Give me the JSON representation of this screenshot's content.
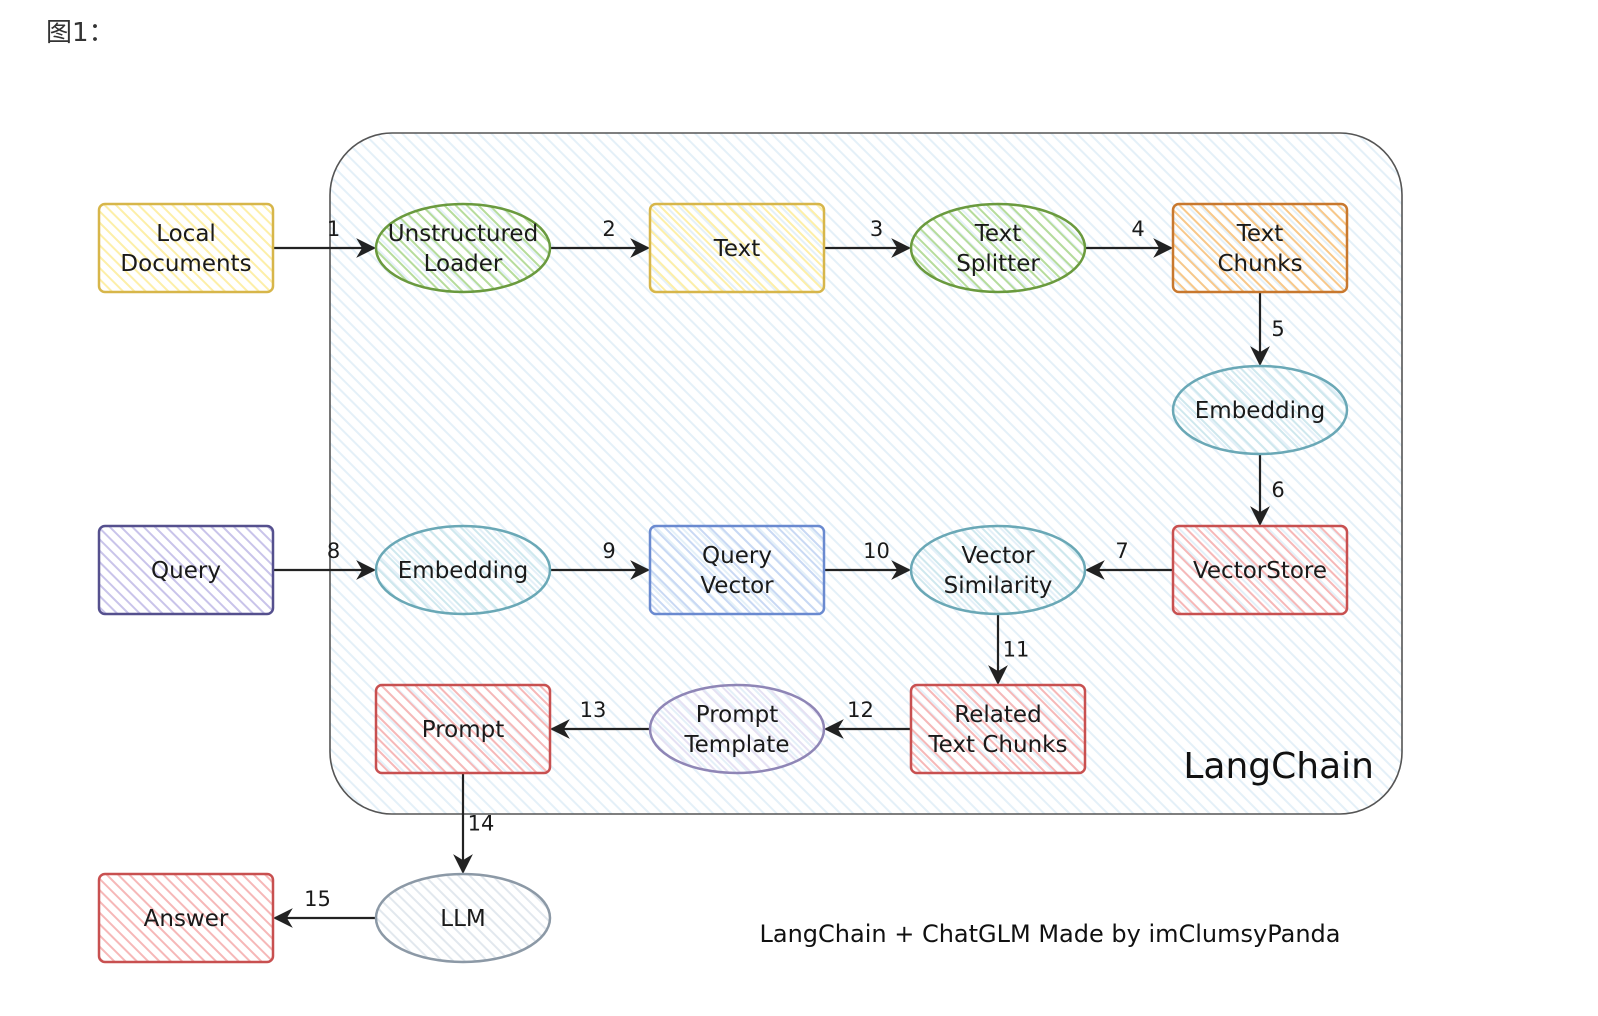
{
  "caption": "图1：",
  "brand": "LangChain",
  "credit": "LangChain + ChatGLM Made by imClumsyPanda",
  "colors": {
    "container_fill": "#e4f0f8",
    "container_stroke": "#555555",
    "yellow": {
      "fill": "#fdefa8",
      "stroke": "#d7b64a"
    },
    "green": {
      "fill": "#b6dc9c",
      "stroke": "#6a9a3e"
    },
    "orange": {
      "fill": "#f8c88a",
      "stroke": "#c8782e"
    },
    "teal": {
      "fill": "#cfe8ee",
      "stroke": "#6aa8b6"
    },
    "red": {
      "fill": "#f6b8b8",
      "stroke": "#c85050"
    },
    "purple": {
      "fill": "#c9c4ea",
      "stroke": "#55508e"
    },
    "blue": {
      "fill": "#c9d9f4",
      "stroke": "#6a8ad0"
    },
    "lavender": {
      "fill": "#e5e1f3",
      "stroke": "#8f86b6"
    },
    "gray": {
      "fill": "#e2e8ee",
      "stroke": "#8c99a6"
    }
  },
  "nodes": [
    {
      "id": "local-documents",
      "shape": "rect",
      "color": "yellow",
      "lines": [
        "Local",
        "Documents"
      ]
    },
    {
      "id": "unstructured-loader",
      "shape": "ellipse",
      "color": "green",
      "lines": [
        "Unstructured",
        "Loader"
      ]
    },
    {
      "id": "text",
      "shape": "rect",
      "color": "yellow",
      "lines": [
        "Text"
      ]
    },
    {
      "id": "text-splitter",
      "shape": "ellipse",
      "color": "green",
      "lines": [
        "Text",
        "Splitter"
      ]
    },
    {
      "id": "text-chunks",
      "shape": "rect",
      "color": "orange",
      "lines": [
        "Text",
        "Chunks"
      ]
    },
    {
      "id": "embedding-doc",
      "shape": "ellipse",
      "color": "teal",
      "lines": [
        "Embedding"
      ]
    },
    {
      "id": "vectorstore",
      "shape": "rect",
      "color": "red",
      "lines": [
        "VectorStore"
      ]
    },
    {
      "id": "query",
      "shape": "rect",
      "color": "purple",
      "lines": [
        "Query"
      ]
    },
    {
      "id": "embedding-query",
      "shape": "ellipse",
      "color": "teal",
      "lines": [
        "Embedding"
      ]
    },
    {
      "id": "query-vector",
      "shape": "rect",
      "color": "blue",
      "lines": [
        "Query",
        "Vector"
      ]
    },
    {
      "id": "vector-similarity",
      "shape": "ellipse",
      "color": "teal",
      "lines": [
        "Vector",
        "Similarity"
      ]
    },
    {
      "id": "related-text-chunks",
      "shape": "rect",
      "color": "red",
      "lines": [
        "Related",
        "Text Chunks"
      ]
    },
    {
      "id": "prompt-template",
      "shape": "ellipse",
      "color": "lavender",
      "lines": [
        "Prompt",
        "Template"
      ]
    },
    {
      "id": "prompt",
      "shape": "rect",
      "color": "red",
      "lines": [
        "Prompt"
      ]
    },
    {
      "id": "llm",
      "shape": "ellipse",
      "color": "gray",
      "lines": [
        "LLM"
      ]
    },
    {
      "id": "answer",
      "shape": "rect",
      "color": "red",
      "lines": [
        "Answer"
      ]
    }
  ],
  "edges": [
    {
      "from": "local-documents",
      "to": "unstructured-loader",
      "label": "1"
    },
    {
      "from": "unstructured-loader",
      "to": "text",
      "label": "2"
    },
    {
      "from": "text",
      "to": "text-splitter",
      "label": "3"
    },
    {
      "from": "text-splitter",
      "to": "text-chunks",
      "label": "4"
    },
    {
      "from": "text-chunks",
      "to": "embedding-doc",
      "label": "5"
    },
    {
      "from": "embedding-doc",
      "to": "vectorstore",
      "label": "6"
    },
    {
      "from": "vectorstore",
      "to": "vector-similarity",
      "label": "7"
    },
    {
      "from": "query",
      "to": "embedding-query",
      "label": "8"
    },
    {
      "from": "embedding-query",
      "to": "query-vector",
      "label": "9"
    },
    {
      "from": "query-vector",
      "to": "vector-similarity",
      "label": "10"
    },
    {
      "from": "vector-similarity",
      "to": "related-text-chunks",
      "label": "11"
    },
    {
      "from": "related-text-chunks",
      "to": "prompt-template",
      "label": "12"
    },
    {
      "from": "prompt-template",
      "to": "prompt",
      "label": "13"
    },
    {
      "from": "prompt",
      "to": "llm",
      "label": "14"
    },
    {
      "from": "llm",
      "to": "answer",
      "label": "15"
    }
  ]
}
